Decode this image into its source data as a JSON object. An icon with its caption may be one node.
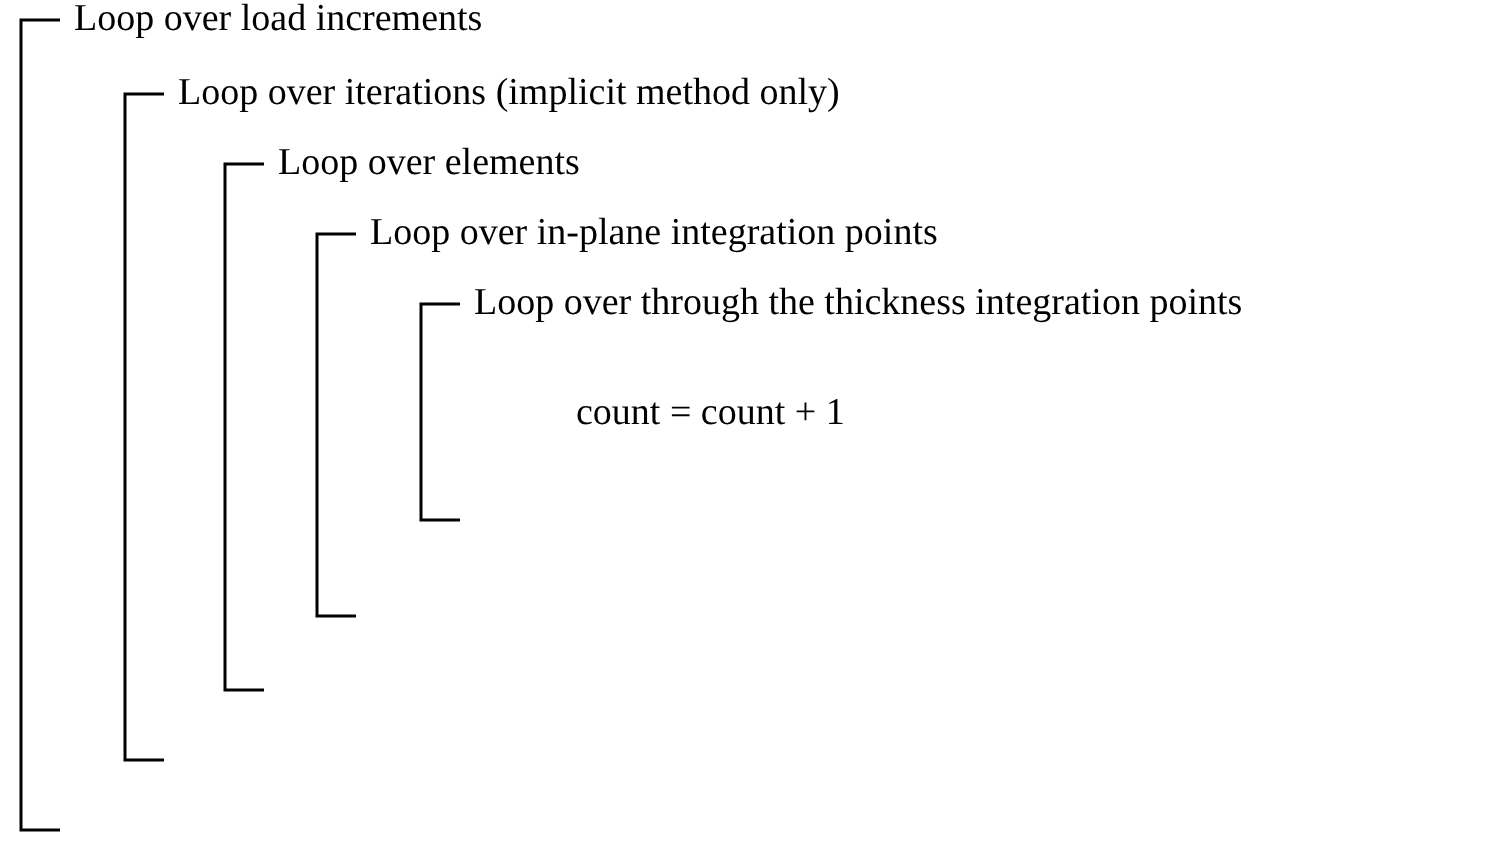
{
  "diagram": {
    "nodes": [
      {
        "text": [
          "Loop over load increments"
        ]
      },
      {
        "text": [
          "Loop over iterations (implicit method only)"
        ],
        "in": 0
      },
      {
        "text": [
          "Loop over elements"
        ],
        "in": 1
      },
      {
        "text": [
          "Loop over in-plane integration points"
        ],
        "in": 2
      },
      {
        "text": [
          "Loop over through the thickness integration points"
        ],
        "in": 3
      }
    ],
    "labels": [
      "count = count + 1"
    ]
  }
}
